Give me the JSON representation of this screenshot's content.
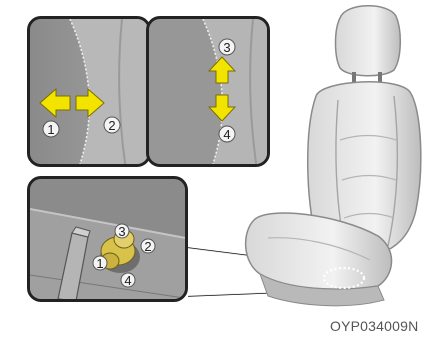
{
  "labels": {
    "arrow_1": "1",
    "arrow_2": "2",
    "arrow_3": "3",
    "arrow_4": "4",
    "knob_3": "3",
    "knob_2": "2",
    "knob_1": "1",
    "knob_4": "4"
  },
  "caption": "OYP034009N",
  "colors": {
    "arrow_yellow": "#f3e400",
    "knob_yellow": "#d8c24a",
    "panel_border": "#222222",
    "panel_bg": "#8d8d8d"
  },
  "icons": {
    "left_arrow": "arrow-left-icon",
    "right_arrow": "arrow-right-icon",
    "up_arrow": "arrow-up-icon",
    "down_arrow": "arrow-down-icon"
  }
}
